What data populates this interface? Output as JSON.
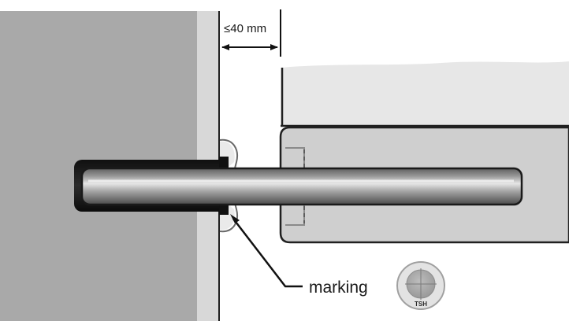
{
  "dimension": {
    "label": "≤40 mm"
  },
  "marking": {
    "label": "marking",
    "badge_text": "TSH"
  },
  "colors": {
    "wall": "#a9a9a9",
    "wall_edge": "#d9d9d9",
    "slab_top": "#e6e6e6",
    "slab_body": "#cfcfcf",
    "bar_dark": "#1c1c1c",
    "bar_mid": "#8a8a8a",
    "bar_light": "#e8e8e8",
    "outline": "#202020"
  }
}
